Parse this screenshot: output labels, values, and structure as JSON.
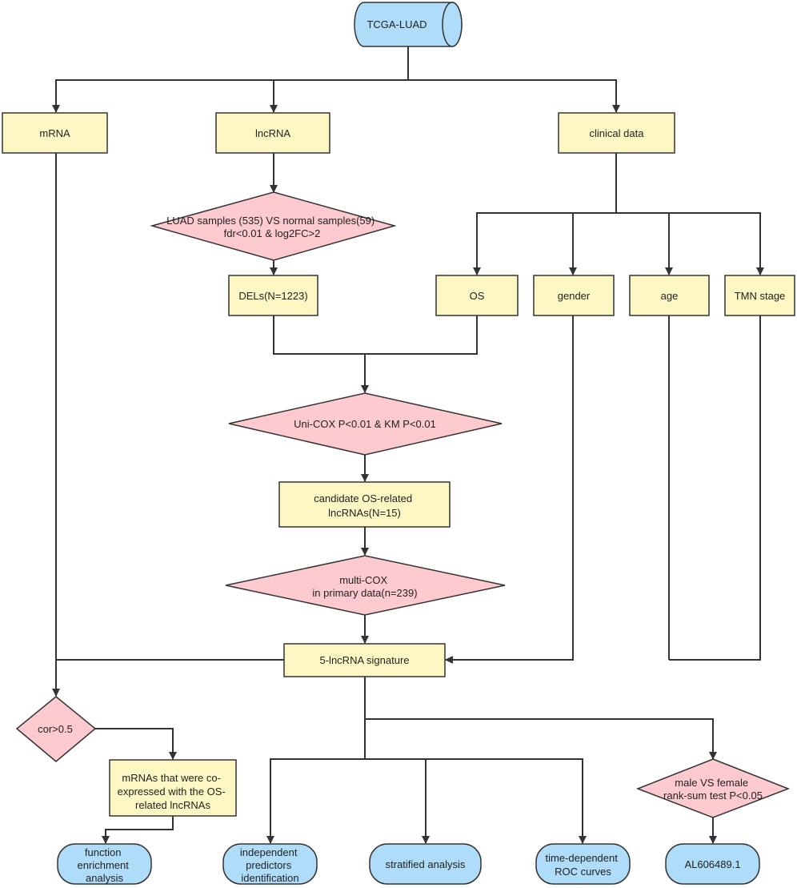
{
  "colors": {
    "process_fill": "#fdf8c3",
    "decision_fill": "#fdcad0",
    "terminal_fill": "#aedcf9",
    "stroke": "#333333"
  },
  "nodes": {
    "tcga_luad": "TCGA-LUAD",
    "mrna": "mRNA",
    "lncrna": "lncRNA",
    "clinical_data": "clinical data",
    "luad_filter": [
      "LUAD samples (535) VS normal samples(59)",
      "fdr<0.01 & log2FC>2"
    ],
    "dels": "DELs(N=1223)",
    "os": "OS",
    "gender": "gender",
    "age": "age",
    "tmn_stage": "TMN stage",
    "unicox": "Uni-COX P<0.01 &  KM P<0.01",
    "candidate": [
      "candidate OS-related",
      "lncRNAs(N=15)"
    ],
    "multicox": [
      "multi-COX",
      "in primary data(n=239)"
    ],
    "signature": "5-lncRNA signature",
    "cor": "cor>0.5",
    "coexpressed": [
      "mRNAs that were co-",
      "expressed with the OS-",
      "related lncRNAs"
    ],
    "function_enrichment": [
      "function",
      "enrichment",
      "analysis"
    ],
    "independent_predictors": [
      "independent",
      "predictors",
      "identification"
    ],
    "stratified": "stratified analysis",
    "time_dependent": [
      "time-dependent",
      "ROC curves"
    ],
    "gender_test": [
      "male VS female",
      "rank-sum test P<0.05"
    ],
    "al606489": "AL606489.1"
  }
}
